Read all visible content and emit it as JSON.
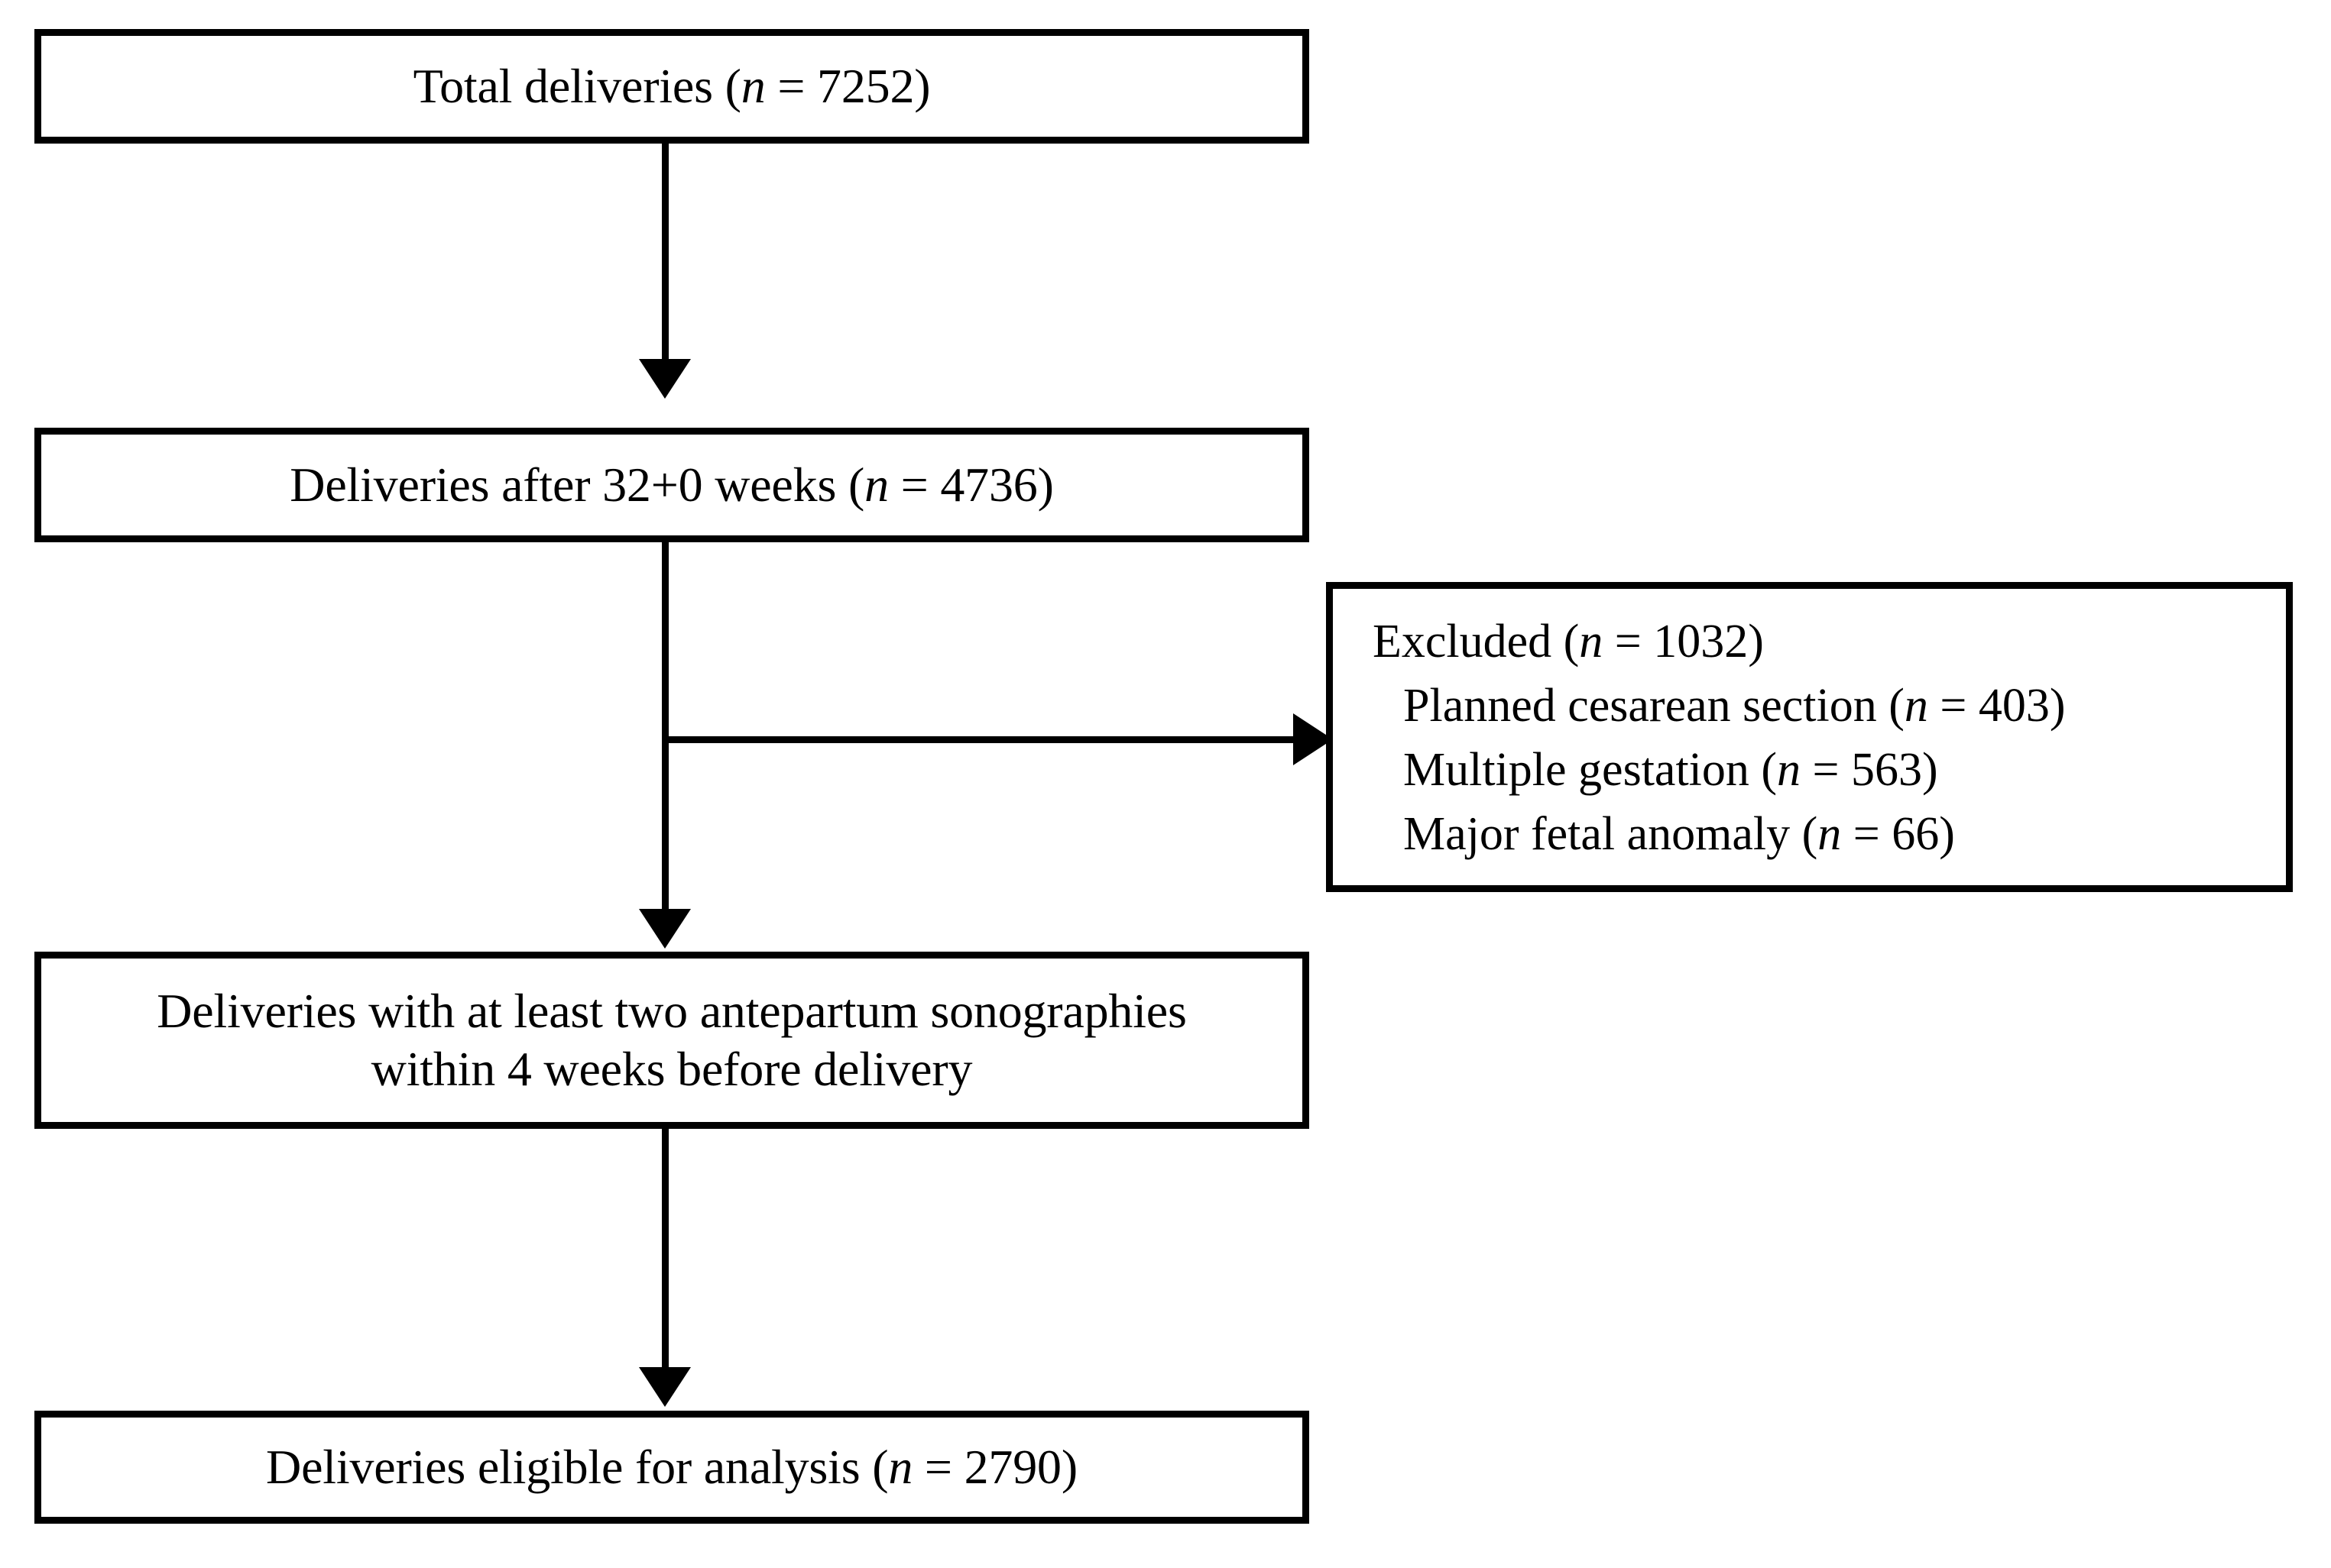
{
  "figure": {
    "type": "flowchart",
    "orientation": "top-to-bottom",
    "background_color": "#ffffff",
    "line_color": "#000000",
    "text_color": "#000000"
  },
  "nodes": {
    "total_deliveries": {
      "id": "total-deliveries",
      "label": "Total deliveries  (n = 7252)",
      "count": 7252
    },
    "deliveries_after_32": {
      "id": "deliveries-after-32-weeks",
      "label": "Deliveries after 32+0 weeks  (n = 4736)",
      "count": 4736
    },
    "excluded": {
      "id": "excluded",
      "header": "Excluded  (n = 1032)",
      "count": 1032,
      "reasons": [
        {
          "label": "Planned cesarean section (n = 403)",
          "count": 403
        },
        {
          "label": "Multiple gestation (n = 563)",
          "count": 563
        },
        {
          "label": "Major fetal anomaly (n = 66)",
          "count": 66
        }
      ]
    },
    "sonography": {
      "id": "deliveries-with-two-sonographies",
      "label": "Deliveries with at least two antepartum sonographies\nwithin 4 weeks before delivery"
    },
    "eligible": {
      "id": "deliveries-eligible-for-analysis",
      "label": "Deliveries eligible for analysis (n = 2790)",
      "count": 2790
    }
  },
  "connectors": [
    {
      "id": "total-to-after32",
      "from": "total_deliveries",
      "to": "deliveries_after_32",
      "direction": "down"
    },
    {
      "id": "after32-to-sonography",
      "from": "deliveries_after_32",
      "to": "sonography",
      "direction": "down"
    },
    {
      "id": "after32-to-excluded",
      "from": "deliveries_after_32",
      "to": "excluded",
      "direction": "right"
    },
    {
      "id": "sonography-to-eligible",
      "from": "sonography",
      "to": "eligible",
      "direction": "down"
    }
  ]
}
